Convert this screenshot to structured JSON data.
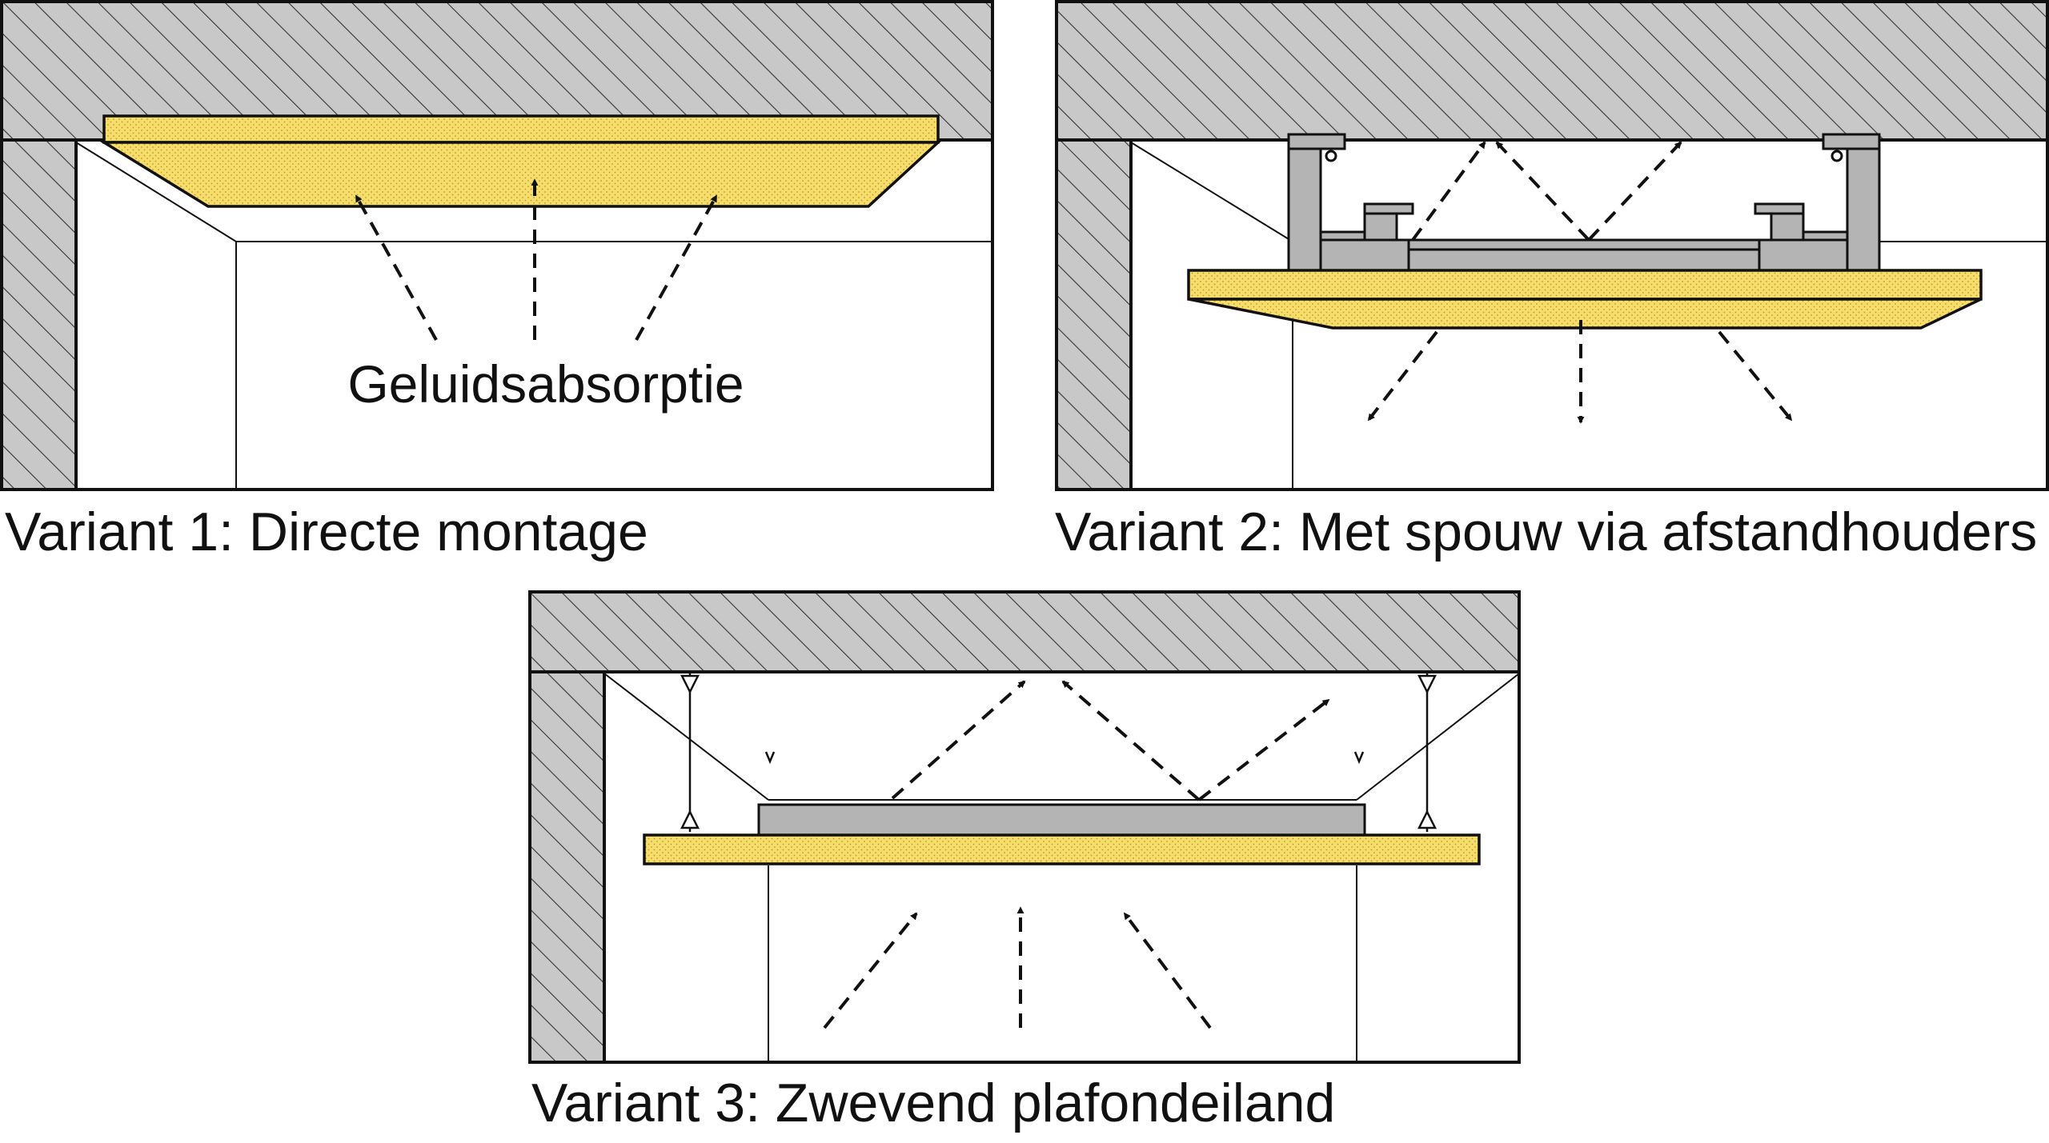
{
  "diagram": {
    "label_absorption": "Geluidsabsorptie",
    "caption_variant1": "Variant 1: Directe montage",
    "caption_variant2": "Variant 2: Met spouw via afstandhouders",
    "caption_variant3": "Variant 3: Zwevend plafondeiland"
  },
  "colors": {
    "concrete": "#c8c8c8",
    "absorber_panel": "#f7dd6b",
    "frame": "#b4b4b4",
    "line": "#111111",
    "background": "#ffffff"
  }
}
